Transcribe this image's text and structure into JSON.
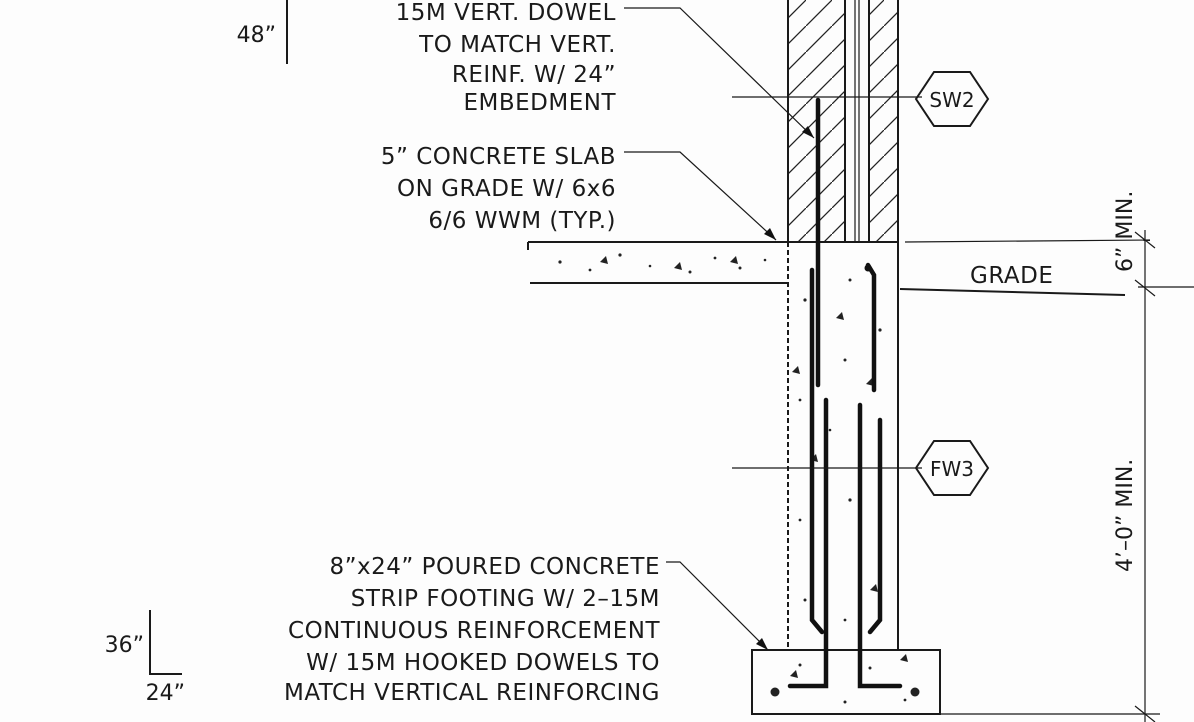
{
  "notes": {
    "dowel": [
      "15M VERT. DOWEL",
      "TO MATCH VERT.",
      "REINF. W/ 24”",
      "EMBEDMENT"
    ],
    "slab": [
      "5” CONCRETE SLAB",
      "ON GRADE W/ 6x6",
      "6/6 WWM (TYP.)"
    ],
    "footing": [
      "8”x24” POURED CONCRETE",
      "STRIP FOOTING W/ 2–15M",
      "CONTINUOUS REINFORCEMENT",
      "W/ 15M HOOKED DOWELS TO",
      "MATCH VERTICAL REINFORCING"
    ]
  },
  "tags": {
    "shear_wall": "SW2",
    "foundation_wall": "FW3"
  },
  "labels": {
    "grade": "GRADE"
  },
  "dimensions": {
    "slab_above_grade": "6” MIN.",
    "frost_depth": "4’–0” MIN.",
    "dim_48": "48”",
    "dim_36": "36”",
    "dim_24": "24”"
  }
}
